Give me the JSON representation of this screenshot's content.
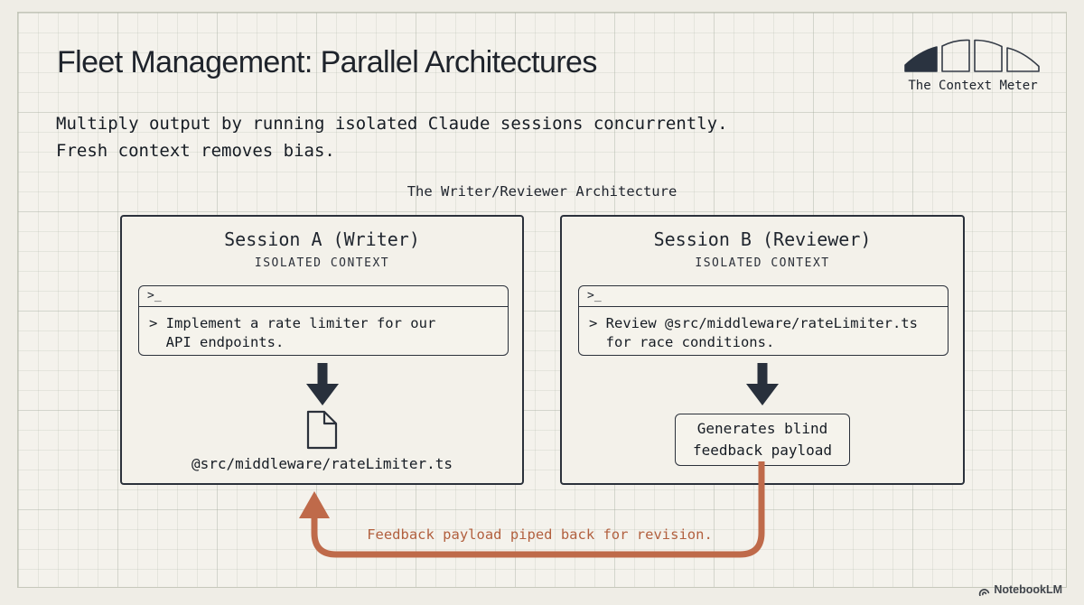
{
  "header": {
    "title": "Fleet Management: Parallel Architectures",
    "subtitle_lines": [
      "Multiply output by running isolated Claude sessions concurrently.",
      "Fresh context removes bias."
    ]
  },
  "context_meter": {
    "label": "The Context Meter",
    "segments_total": 4,
    "segments_filled": 1
  },
  "diagram": {
    "caption": "The Writer/Reviewer Architecture",
    "sessions": [
      {
        "title": "Session A (Writer)",
        "context_label": "ISOLATED CONTEXT",
        "terminal_prompt": ">_",
        "terminal_lines": [
          "> Implement a rate limiter for our",
          "API endpoints."
        ],
        "output_file": "@src/middleware/rateLimiter.ts"
      },
      {
        "title": "Session B (Reviewer)",
        "context_label": "ISOLATED CONTEXT",
        "terminal_prompt": ">_",
        "terminal_lines": [
          "> Review @src/middleware/rateLimiter.ts",
          "for race conditions."
        ],
        "payload_lines": [
          "Generates blind",
          "feedback payload"
        ]
      }
    ],
    "feedback_label": "Feedback payload piped back for revision."
  },
  "footer": {
    "brand": "NotebookLM"
  },
  "colors": {
    "ink": "#2a313c",
    "accent": "#bf6a4a",
    "paper": "#f4f2ec"
  }
}
